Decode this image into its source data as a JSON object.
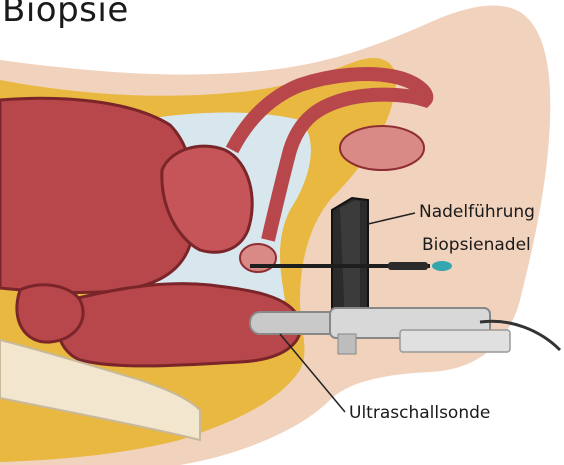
{
  "title": "Biopsie",
  "labels": {
    "needle_guide": "Nadelführung",
    "biopsy_needle": "Biopsienadel",
    "ultrasound_probe": "Ultraschallsonde"
  },
  "colors": {
    "skin": "#f1d2bd",
    "fat": "#e8b840",
    "muscle": "#b8474c",
    "organ_dark": "#8e2e33",
    "fascia": "#d8e7ee",
    "bone": "#f2e6cf",
    "metal": "#c9c9c9",
    "tip": "#33a6b0"
  }
}
